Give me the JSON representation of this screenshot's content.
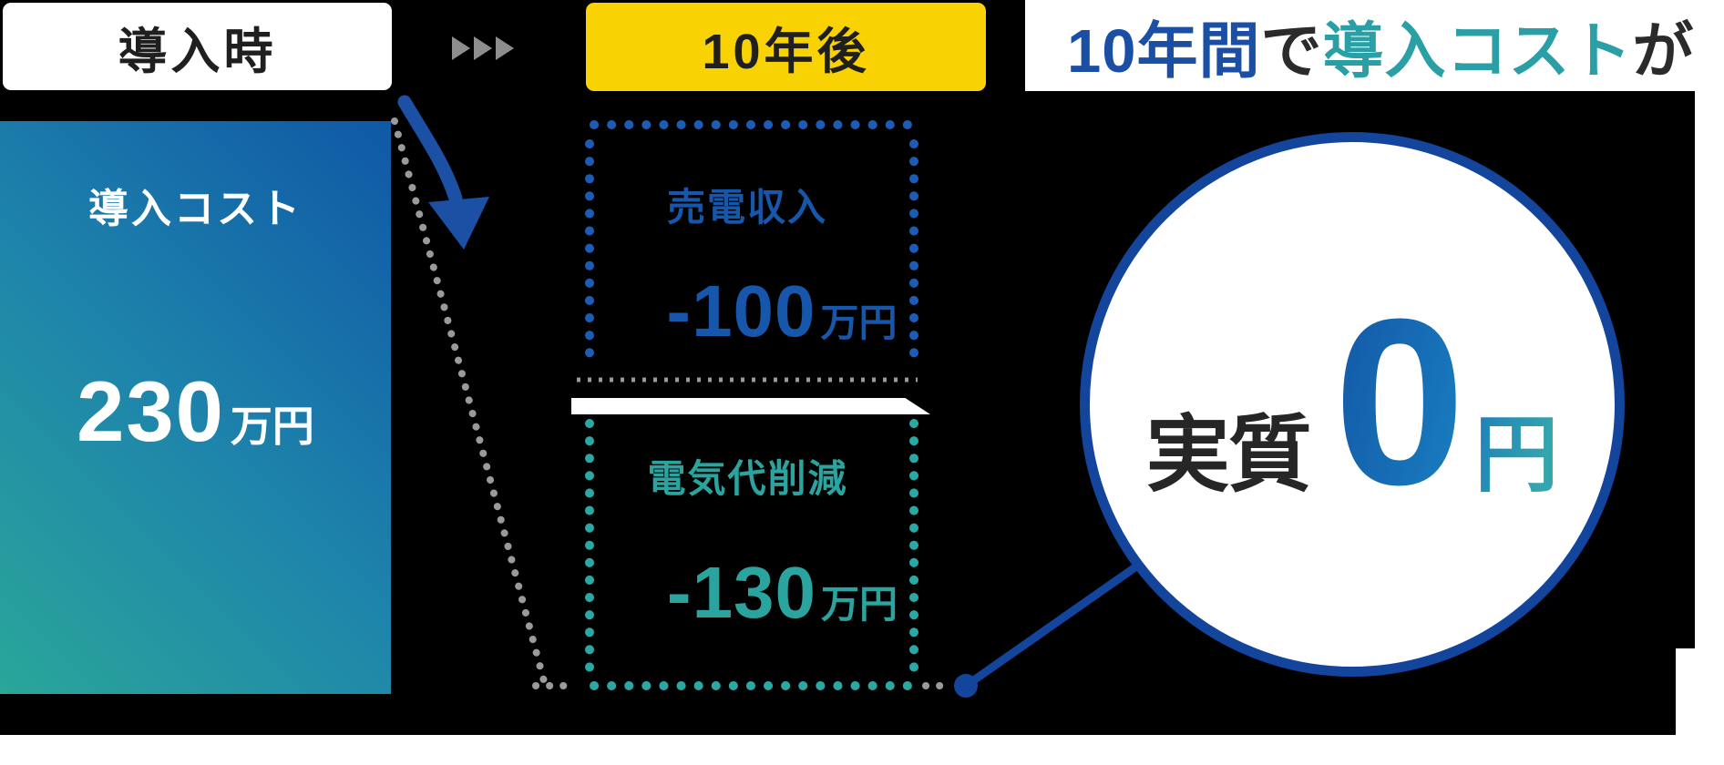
{
  "header": {
    "intro_label": "導入時",
    "after_label": "10年後",
    "headline": {
      "years": "10年間",
      "particle1": "で",
      "subject": "導入コスト",
      "particle2": "が"
    }
  },
  "intro_cost": {
    "label": "導入コスト",
    "value": "230",
    "unit": "万円"
  },
  "breakdown": {
    "sell_income": {
      "label": "売電収入",
      "value": "-100",
      "unit": "万円"
    },
    "electricity_saving": {
      "label": "電気代削減",
      "value": "-130",
      "unit": "万円"
    }
  },
  "result": {
    "prefix": "実質",
    "value": "0",
    "unit": "円"
  },
  "icons": {
    "transition": "triple-chevron-right-icon",
    "drop": "curved-down-arrow-icon",
    "callout": "dot-line-callout-icon"
  },
  "colors": {
    "primary_blue": "#1b50a5",
    "teal": "#2ba49f",
    "accent_yellow": "#f8d202",
    "dark_text": "#262626",
    "dot_gray": "#9a9a9a",
    "circle_border": "#12459b",
    "cost_gradient_start": "#0f58a6",
    "cost_gradient_end": "#2aa69a"
  }
}
